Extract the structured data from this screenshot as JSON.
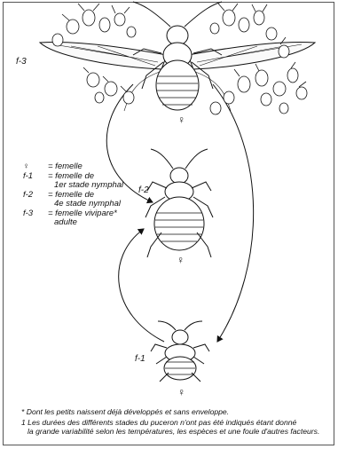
{
  "labels": {
    "f3": "f-3",
    "f2": "f-2",
    "f1": "f-1",
    "female_symbol": "♀"
  },
  "legend": [
    {
      "key": "♀",
      "def": "= femelle"
    },
    {
      "key": "f-1",
      "def": "= femelle de"
    },
    {
      "key": "",
      "def": "1er stade nymphal"
    },
    {
      "key": "f-2",
      "def": "= femelle de"
    },
    {
      "key": "",
      "def": "4e stade nymphal"
    },
    {
      "key": "f-3",
      "def": "= femelle vivipare*"
    },
    {
      "key": "",
      "def": "adulte"
    }
  ],
  "footnotes": {
    "star": "* Dont les petits naissent déjà développés et sans enveloppe.",
    "note1_line1": "1  Les durées des différents stades du puceron n'ont pas été indiqués étant donné",
    "note1_line2": "la grande variabilité selon les températures, les espèces et une foule d'autres facteurs."
  }
}
